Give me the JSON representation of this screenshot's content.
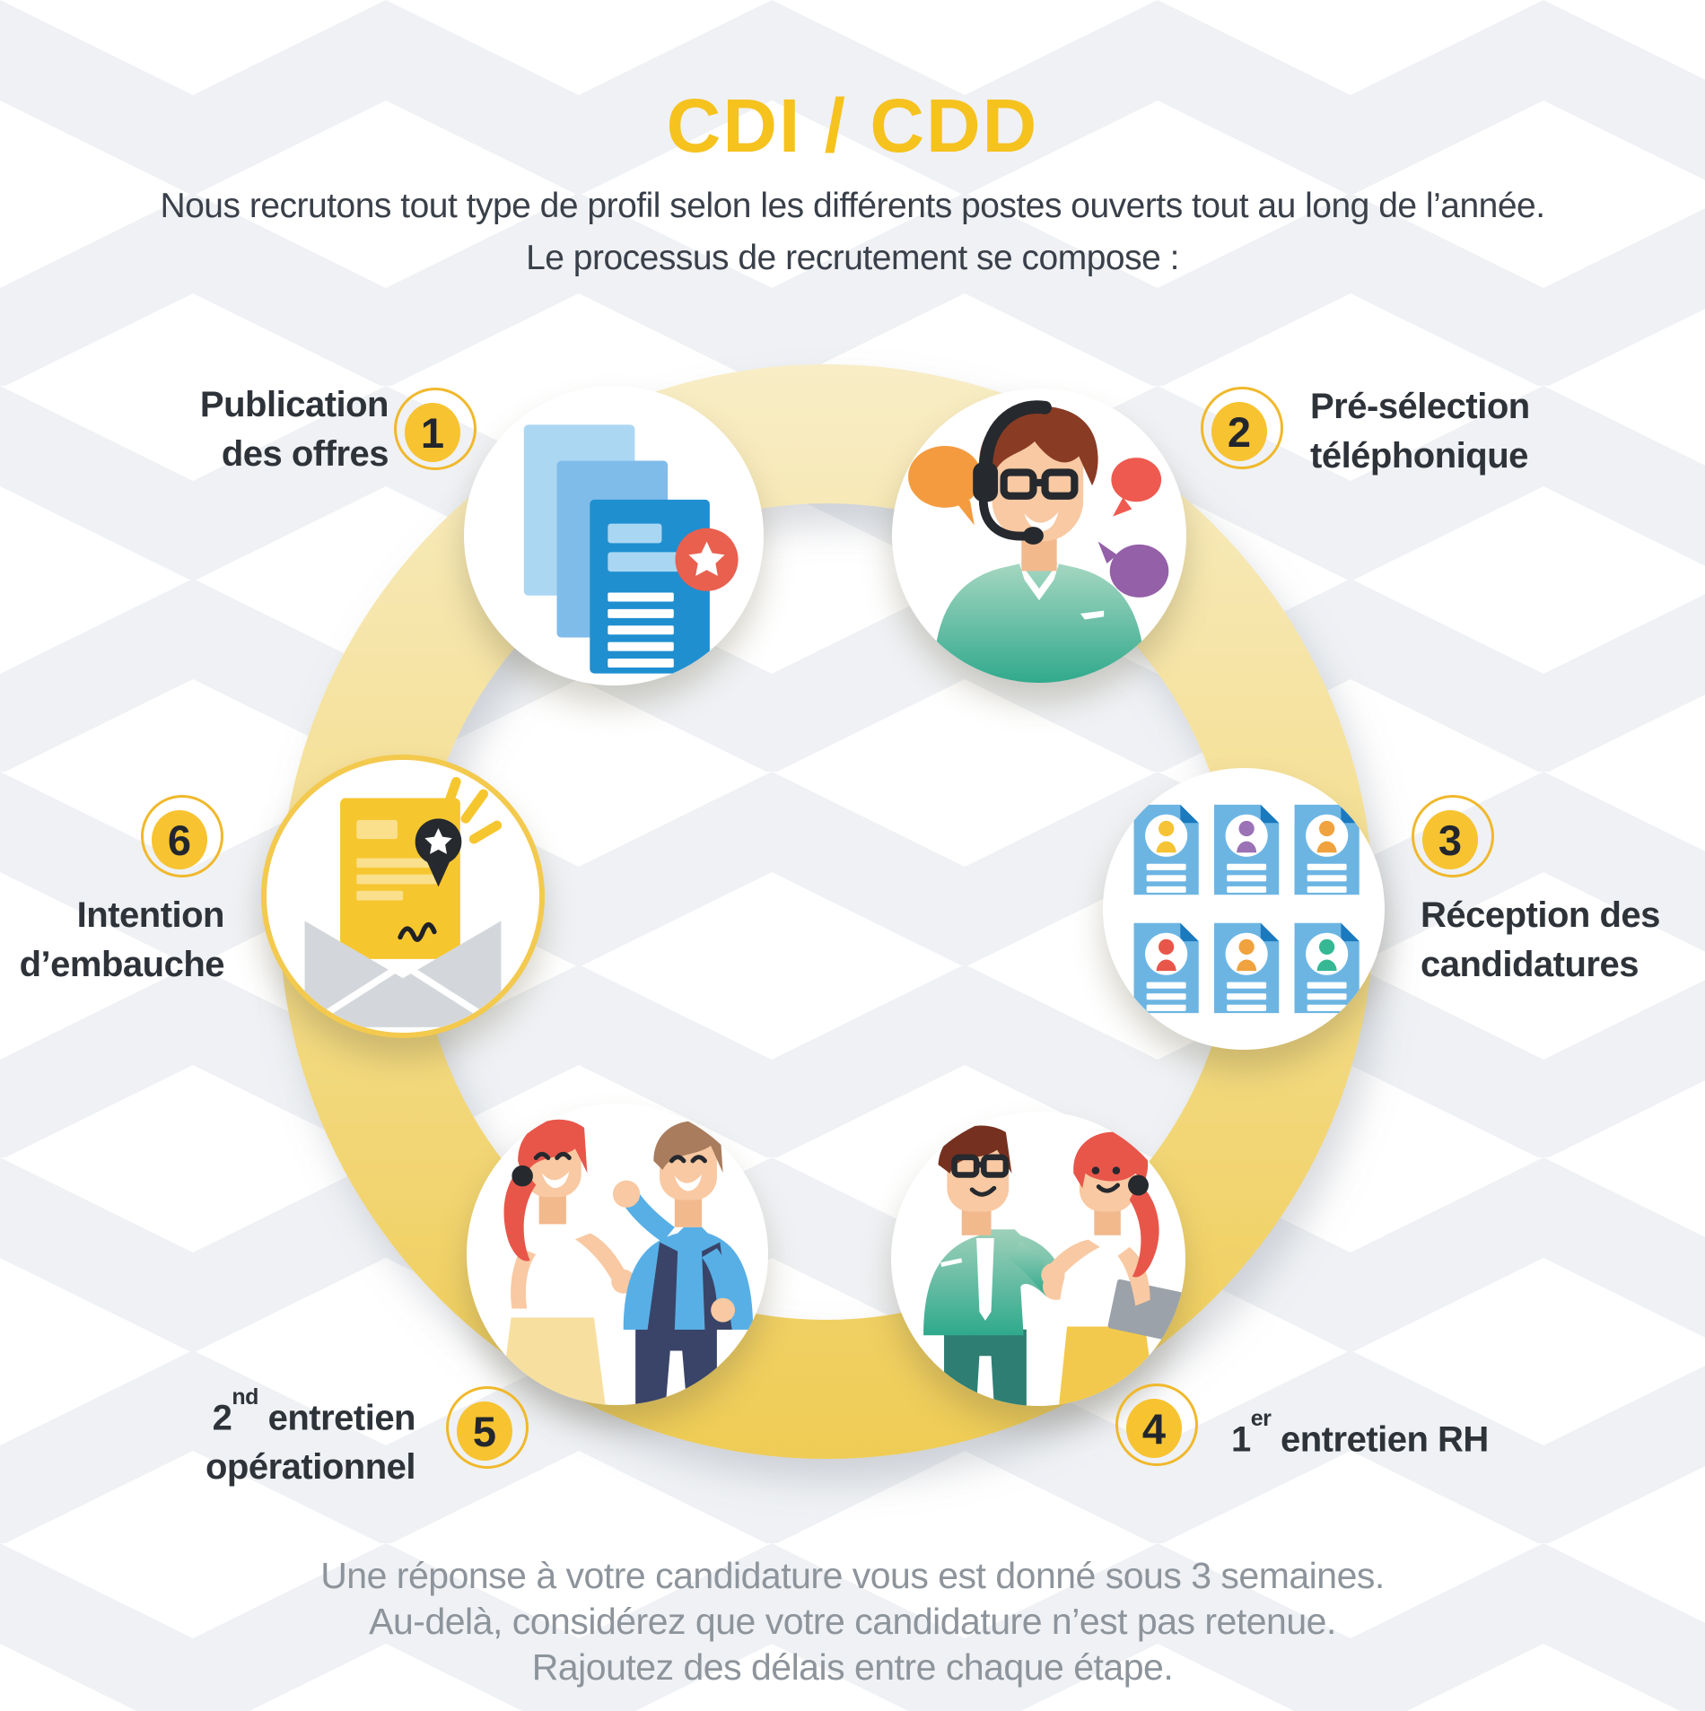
{
  "header": {
    "title": "CDI / CDD",
    "subtitle_line1": "Nous recrutons tout type de profil selon les différents postes ouverts tout au long de l’année.",
    "subtitle_line2": "Le processus de recrutement se compose :"
  },
  "steps": [
    {
      "badge": "1",
      "label_line1": "Publication",
      "label_line2": "des offres",
      "icon": "job-offer-documents-icon"
    },
    {
      "badge": "2",
      "label_line1": "Pré-sélection",
      "label_line2": "téléphonique",
      "icon": "phone-agent-icon"
    },
    {
      "badge": "3",
      "label_line1": "Réception des",
      "label_line2": "candidatures",
      "icon": "cv-grid-icon"
    },
    {
      "badge": "4",
      "label_num": "1",
      "label_sup": "er",
      "label_rest": " entretien RH",
      "icon": "hr-interview-icon"
    },
    {
      "badge": "5",
      "label_num": "2",
      "label_sup": "nd",
      "label_rest": " entretien",
      "label_line2": "opérationnel",
      "icon": "operational-interview-icon"
    },
    {
      "badge": "6",
      "label_line1": "Intention",
      "label_line2": "d’embauche",
      "icon": "hiring-letter-icon"
    }
  ],
  "footer": {
    "line1": "Une réponse à votre candidature vous est donné sous 3 semaines.",
    "line2": "Au-delà, considérez que votre candidature n’est pas retenue.",
    "line3": "Rajoutez des délais entre chaque étape."
  },
  "colors": {
    "accent_yellow": "#F6C21E",
    "badge_fill": "#F7C331",
    "badge_ring": "#F0B82B",
    "ring_gradient_top": "#F8EDC6",
    "ring_gradient_bottom": "#EFCC55",
    "text_dark": "#2E3339",
    "text_gray": "#8D949B",
    "pattern_gray": "#EFF1F4",
    "doc_blue_front": "#1F8FD0",
    "doc_blue_mid": "#7FBCE9",
    "doc_blue_back": "#ABD7F3",
    "cv_doc_blue": "#6CB5E3",
    "cv_dogear_blue": "#1B79BE",
    "badge_star_red": "#E9604F",
    "bubble_orange": "#F49B40",
    "bubble_red": "#EE5A4F",
    "bubble_purple": "#9460A8",
    "shirt_teal": "#31A98C",
    "shirt_blue": "#58AFE6",
    "vest_navy": "#3A4468",
    "hair_auburn": "#8A3B24",
    "hair_red": "#E8564A",
    "hair_brown": "#A97C5E",
    "skin": "#F8C9A2",
    "skirt_yellow": "#F2C94C",
    "envelope_gray": "#D3D7DB",
    "letter_yellow": "#F6C62F",
    "avatar_colors": [
      "#F5C333",
      "#9B72B5",
      "#F0A23E",
      "#E8564A",
      "#F0A23E",
      "#35B893"
    ]
  }
}
